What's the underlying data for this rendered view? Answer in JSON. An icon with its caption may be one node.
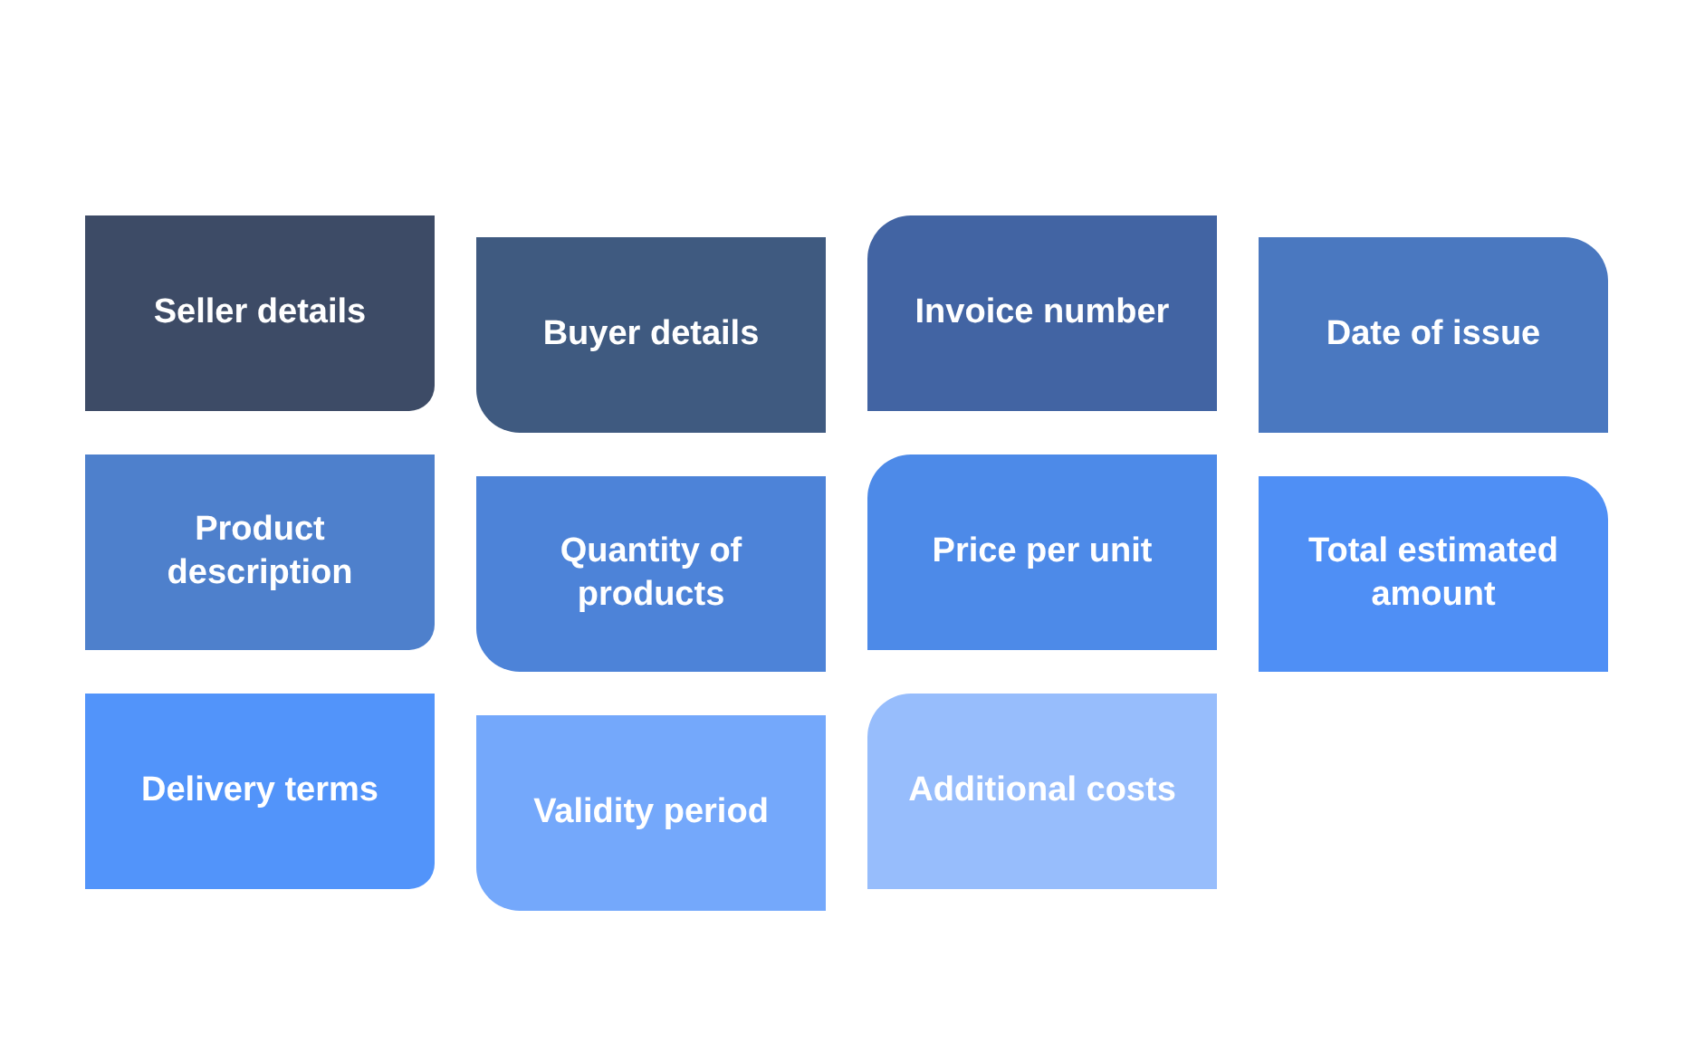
{
  "diagram": {
    "nodes": [
      {
        "text": [
          "Seller details"
        ]
      },
      {
        "text": [
          "Buyer details"
        ]
      },
      {
        "text": [
          "Invoice number"
        ]
      },
      {
        "text": [
          "Date of issue"
        ]
      },
      {
        "text": [
          "Product description"
        ]
      },
      {
        "text": [
          "Quantity of products"
        ]
      },
      {
        "text": [
          "Price per unit"
        ]
      },
      {
        "text": [
          "Total estimated amount"
        ]
      },
      {
        "text": [
          "Delivery terms"
        ]
      },
      {
        "text": [
          "Validity period"
        ]
      },
      {
        "text": [
          "Additional costs"
        ]
      }
    ]
  }
}
